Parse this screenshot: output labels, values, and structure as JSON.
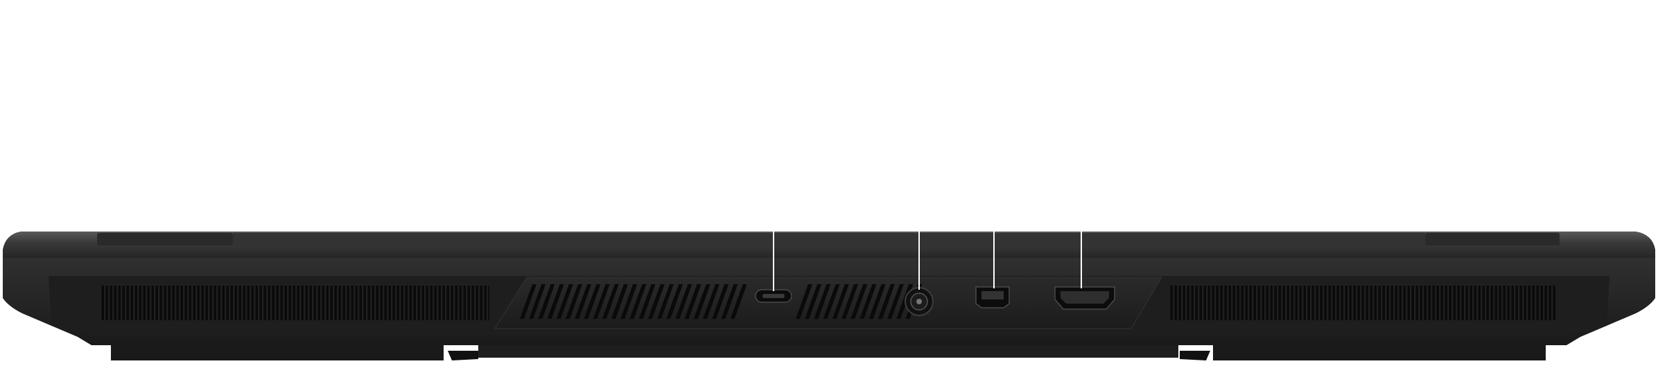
{
  "scene": {
    "subject": "laptop-rear-edge",
    "colors": {
      "background": "#ffffff",
      "chassis_top": "#4a4a4a",
      "chassis_mid": "#2c2c2c",
      "chassis_dark": "#161616",
      "vent_mesh": "#0a0a0a",
      "port_panel": "#222222",
      "slat": "#0c0c0c",
      "callout_line": "#ffffff"
    },
    "ports": [
      {
        "name": "usb-c-port",
        "icon": "usb-c-port-icon"
      },
      {
        "name": "dc-power-jack",
        "icon": "dc-power-jack-icon"
      },
      {
        "name": "mini-displayport",
        "icon": "mini-displayport-icon"
      },
      {
        "name": "hdmi-port",
        "icon": "hdmi-port-icon"
      }
    ],
    "callout_lines": 4
  }
}
